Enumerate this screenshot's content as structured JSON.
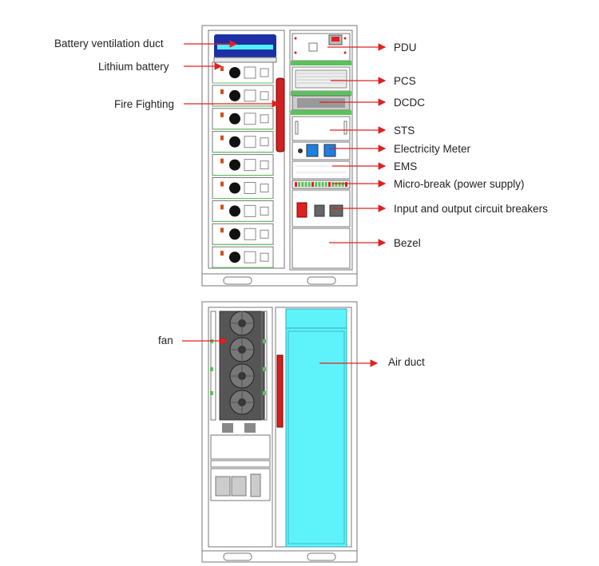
{
  "front_view": {
    "labels_left": [
      {
        "id": "battery-ventilation-duct",
        "text": "Battery ventilation duct"
      },
      {
        "id": "lithium-battery",
        "text": "Lithium battery"
      },
      {
        "id": "fire-fighting",
        "text": "Fire Fighting"
      }
    ],
    "labels_right": [
      {
        "id": "pdu",
        "text": "PDU"
      },
      {
        "id": "pcs",
        "text": "PCS"
      },
      {
        "id": "dcdc",
        "text": "DCDC"
      },
      {
        "id": "sts",
        "text": "STS"
      },
      {
        "id": "electricity-meter",
        "text": "Electricity Meter"
      },
      {
        "id": "ems",
        "text": "EMS"
      },
      {
        "id": "micro-break",
        "text": "Micro-break (power supply)"
      },
      {
        "id": "circuit-breakers",
        "text": "Input and output circuit breakers"
      },
      {
        "id": "bezel",
        "text": "Bezel"
      }
    ]
  },
  "rear_view": {
    "labels": [
      {
        "id": "fan",
        "text": "fan"
      },
      {
        "id": "air-duct",
        "text": "Air duct"
      }
    ]
  },
  "colors": {
    "arrow": "#e02020",
    "battery_duct": "#1e2fa6",
    "duct_glow": "#4ff0ff",
    "air_duct": "#5ef3fb",
    "fire_fighting": "#d02020",
    "green_rail": "#5cc15c",
    "meter_blue": "#1d7fe0"
  }
}
